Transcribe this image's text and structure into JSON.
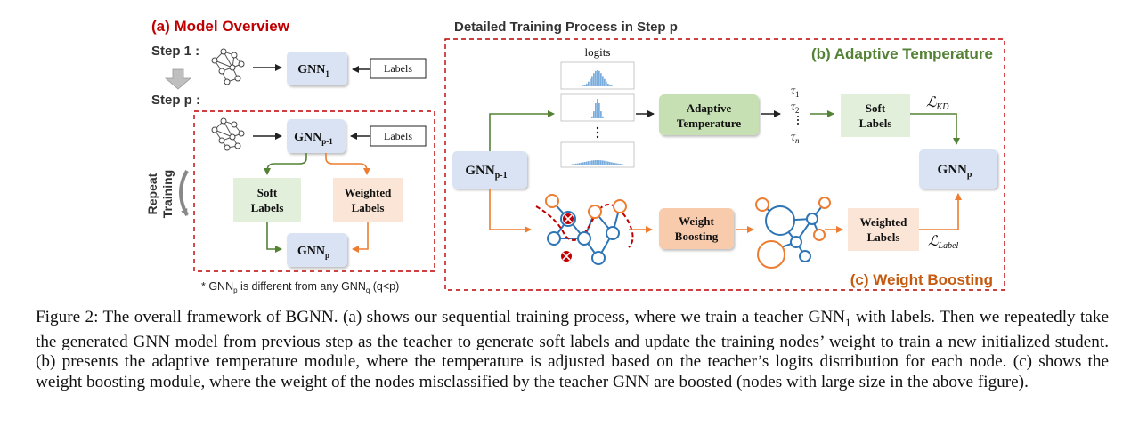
{
  "panel_a": {
    "title": "(a) Model Overview",
    "step1": "Step 1 :",
    "stepp": "Step p :",
    "gnn1": "GNN",
    "gnn1_sub": "1",
    "labels": "Labels",
    "gnn_prev": "GNN",
    "gnn_prev_sub": "p-1",
    "soft_labels": [
      "Soft",
      "Labels"
    ],
    "weighted_labels": [
      "Weighted",
      "Labels"
    ],
    "gnn_p": "GNN",
    "gnn_p_sub": "p",
    "repeat": "Repeat",
    "training": "Training",
    "footnote_pre": "* GNN",
    "footnote_sub": "p",
    "footnote_mid": " is different from any GNN",
    "footnote_sub2": "q",
    "footnote_post": " (q<p)"
  },
  "panel_detail": {
    "title": "Detailed Training Process in Step p",
    "adaptive_title": "(b) Adaptive Temperature",
    "boosting_title": "(c) Weight Boosting",
    "logits": "logits",
    "gnn_prev": "GNN",
    "gnn_prev_sub": "p-1",
    "adaptive_box": [
      "Adaptive",
      "Temperature"
    ],
    "tau": "τ",
    "tau_subs": [
      "1",
      "2",
      "n"
    ],
    "soft_labels": [
      "Soft",
      "Labels"
    ],
    "loss_kd": "ℒ",
    "loss_kd_sub": "KD",
    "gnn_p": "GNN",
    "gnn_p_sub": "p",
    "weight_boosting": [
      "Weight",
      "Boosting"
    ],
    "weighted_labels": [
      "Weighted",
      "Labels"
    ],
    "loss_label": "ℒ",
    "loss_label_sub": "Label"
  },
  "caption": {
    "text_1": "Figure 2: The overall framework of BGNN. (a) shows our sequential training process, where we train a teacher GNN",
    "sub_1": "1",
    "text_2": " with labels. Then we repeatedly take the generated GNN model from previous step as the teacher to generate soft labels and update the training nodes’ weight to train a new initialized student. (b) presents the adaptive temperature module, where the temperature is adjusted based on the teacher’s logits distribution for each node. (c) shows the weight boosting module, where the weight of the nodes misclassified by the teacher GNN are boosted (nodes with large size in the above figure)."
  },
  "colors": {
    "red_title": "#c00000",
    "green_title": "#548235",
    "orange_title": "#c55a11",
    "blue_box": "#dae3f3",
    "green_box": "#e2efda",
    "green_box_dark": "#c6e0b4",
    "orange_box": "#fbe5d6",
    "orange_box_dark": "#f8cbad",
    "green_arrow": "#548235",
    "orange_arrow": "#ed7d31",
    "node_blue": "#4a88c4",
    "node_orange": "#ed7d31"
  }
}
